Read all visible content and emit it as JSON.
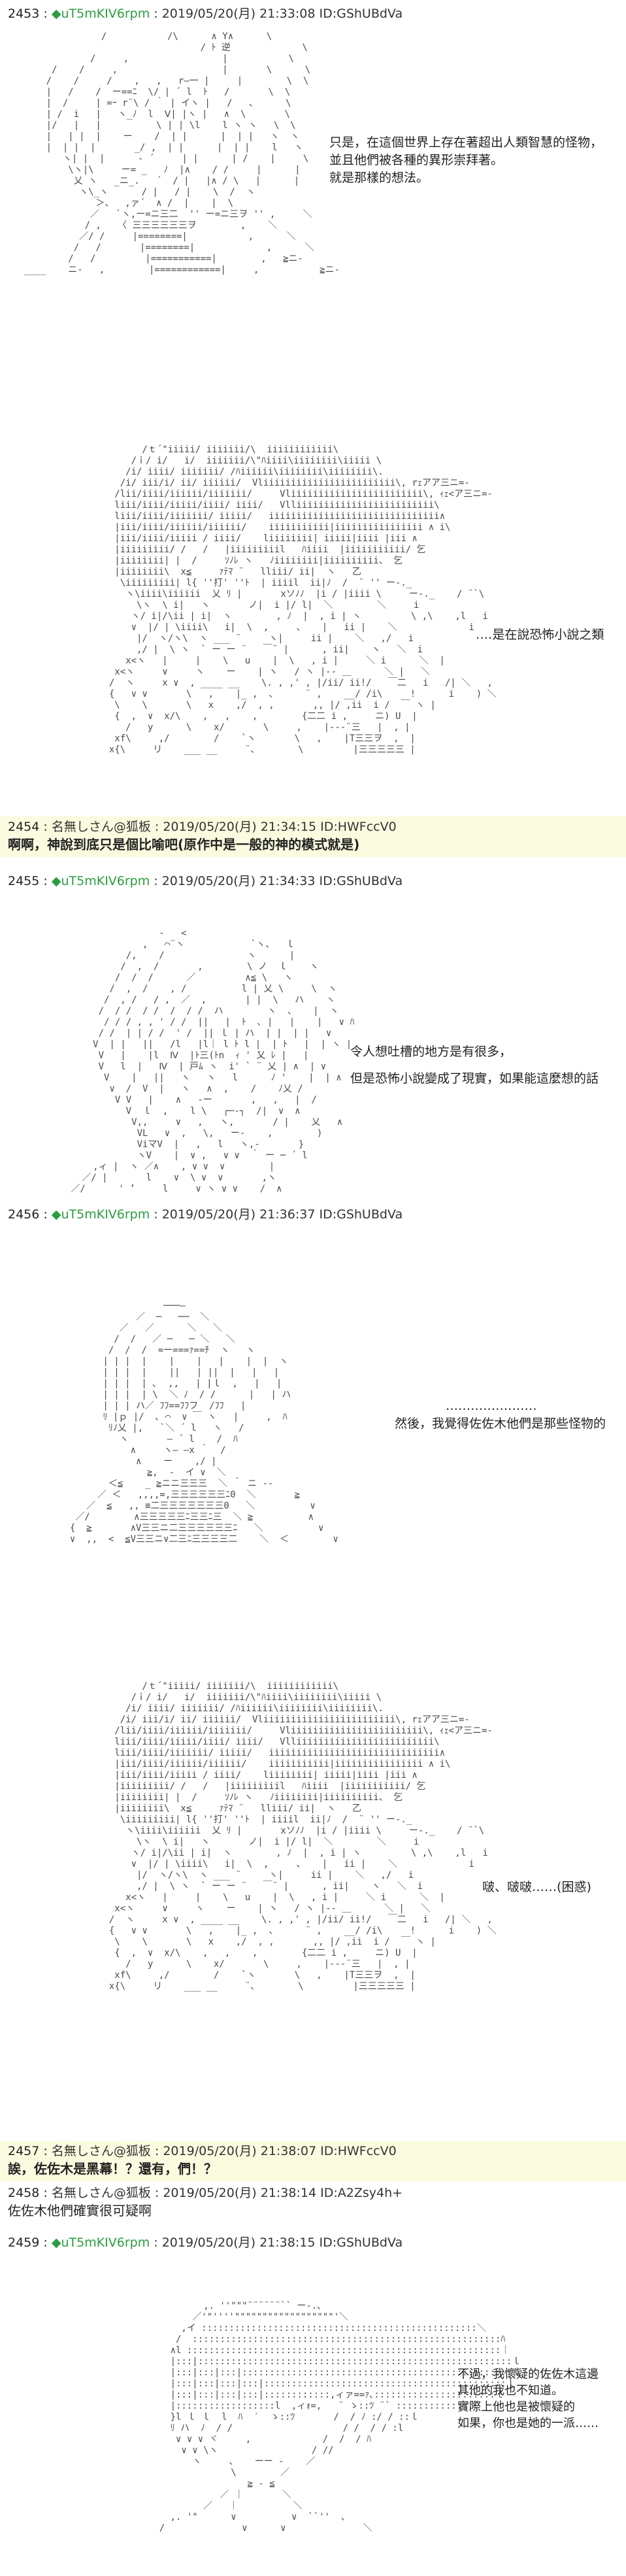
{
  "posts": [
    {
      "number": "2453 :",
      "trip": "◆uT5mKIV6rpm",
      "meta": ": 2019/05/20(月) 21:33:08 ID:GShUBdVa",
      "dialog": [
        "只是，在這個世界上存在著超出人類智慧的怪物，",
        "並且他們被各種的異形崇拜著。",
        "就是那樣的想法。"
      ]
    },
    {
      "dialog": [
        "‥‥是在說恐怖小說之類"
      ]
    },
    {
      "number": "2454 :",
      "name": "名無しさん@狐板",
      "meta": ": 2019/05/20(月) 21:34:15 ID:HWFccV0",
      "body": "啊啊，神說到底只是個比喻吧(原作中是一般的神的模式就是)"
    },
    {
      "number": "2455 :",
      "trip": "◆uT5mKIV6rpm",
      "meta": ": 2019/05/20(月) 21:34:33 ID:GShUBdVa",
      "dialog": [
        "令人想吐槽的地方是有很多，",
        "但是恐怖小說變成了現實，如果能這麼想的話"
      ]
    },
    {
      "number": "2456 :",
      "trip": "◆uT5mKIV6rpm",
      "meta": ": 2019/05/20(月) 21:36:37 ID:GShUBdVa",
      "dialog": [
        "‥‥‥‥‥‥‥‥‥‥‥",
        "然後，我覺得佐佐木他們是那些怪物的"
      ]
    },
    {
      "dialog": [
        "啵、啵啵‥‥‥(困惑)"
      ]
    },
    {
      "number": "2457 :",
      "name": "名無しさん@狐板",
      "meta": ": 2019/05/20(月) 21:38:07 ID:HWFccV0",
      "body": "誒，佐佐木是黑幕！？還有，們！？"
    },
    {
      "number": "2458 :",
      "name": "名無しさん@狐板",
      "meta": ": 2019/05/20(月) 21:38:14 ID:A2Zsy4h+",
      "body": "佐佐木他們確實很可疑啊"
    },
    {
      "number": "2459 :",
      "trip": "◆uT5mKIV6rpm",
      "meta": ": 2019/05/20(月) 21:38:15 ID:GShUBdVa",
      "dialog": [
        "不過，我懷疑的佐佐木這邊",
        "其他的我也不知道。",
        "實際上他也是被懷疑的",
        "如果，你也是她的一派‥‥‥"
      ]
    }
  ]
}
